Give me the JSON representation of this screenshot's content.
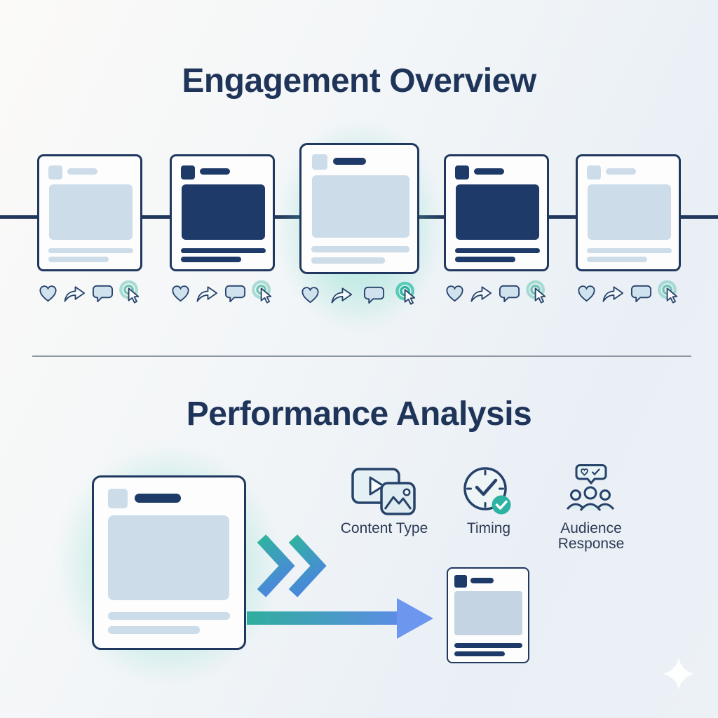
{
  "titles": {
    "engagement_overview": "Engagement Overview",
    "performance_analysis": "Performance Analysis"
  },
  "engagement_timeline": {
    "post_count": 5,
    "post_variants": [
      "light",
      "dark",
      "light-highlighted",
      "dark",
      "light"
    ],
    "highlighted_post_index": 2,
    "icons_per_post": [
      "heart",
      "share",
      "comment",
      "click"
    ]
  },
  "performance_analysis": {
    "feature_labels": [
      "Content Type",
      "Timing",
      "Audience Response"
    ]
  },
  "colors": {
    "title_navy": "#1f3459",
    "outline_navy": "#20385f",
    "dark_fill": "#1e3a68",
    "light_fill": "#ccdce9",
    "teal_accent": "#2fb3a1",
    "chevron_teal": "#30b2a0",
    "chevron_blue": "#4b86dd",
    "arrowhead_blue": "#6d97ee",
    "background_start": "#fbfaf8",
    "background_end": "#e9eff5"
  }
}
